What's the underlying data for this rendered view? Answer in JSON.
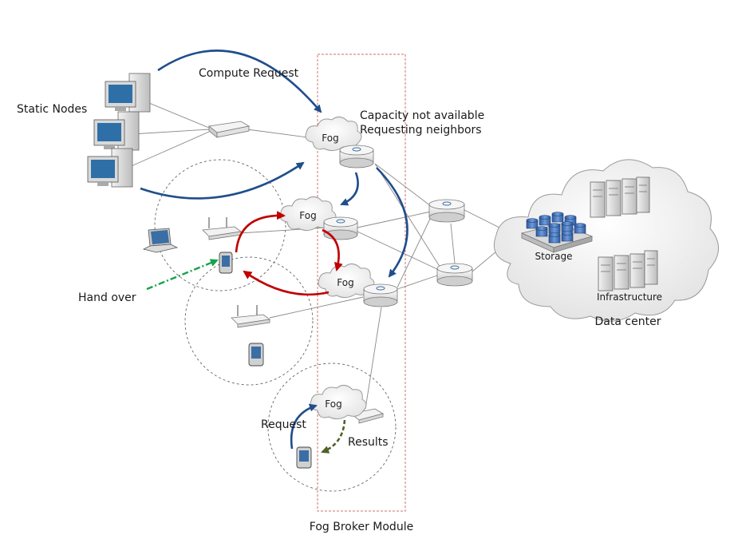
{
  "labels": {
    "static_nodes": "Static Nodes",
    "compute_request": "Compute Request",
    "capacity_line1": "Capacity not available",
    "capacity_line2": "Requesting neighbors",
    "hand_over": "Hand over",
    "request": "Request",
    "results": "Results",
    "storage": "Storage",
    "infrastructure": "Infrastructure",
    "data_center": "Data center",
    "fog_broker_module": "Fog Broker Module"
  },
  "fog_nodes": [
    {
      "label": "Fog"
    },
    {
      "label": "Fog"
    },
    {
      "label": "Fog"
    },
    {
      "label": "Fog"
    }
  ],
  "colors": {
    "blue_arrow": "#1f4e8c",
    "red_arrow": "#c00000",
    "green_arrow": "#16a34a",
    "olive_arrow": "#4f6228",
    "broker_border": "#d07070"
  }
}
